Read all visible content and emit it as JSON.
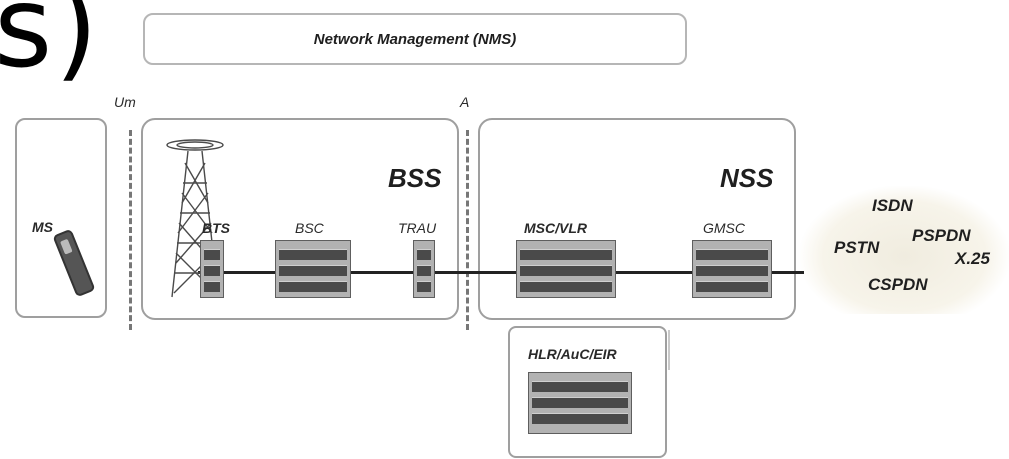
{
  "title_fragment": "s)",
  "nms": {
    "label": "Network Management (NMS)"
  },
  "interfaces": {
    "um": "Um",
    "a": "A"
  },
  "subsystems": {
    "bss": "BSS",
    "nss": "NSS"
  },
  "elements": {
    "ms": "MS",
    "bts": "BTS",
    "bsc": "BSC",
    "trau": "TRAU",
    "msc_vlr": "MSC/VLR",
    "gmsc": "GMSC",
    "hlr": "HLR/AuC/EIR"
  },
  "external_networks": {
    "isdn": "ISDN",
    "pstn": "PSTN",
    "pspdn": "PSPDN",
    "x25": "X.25",
    "cspdn": "CSPDN"
  },
  "icons": [
    "antenna-tower-icon",
    "mobile-phone-icon",
    "equipment-rack-icon",
    "network-cloud-icon"
  ]
}
